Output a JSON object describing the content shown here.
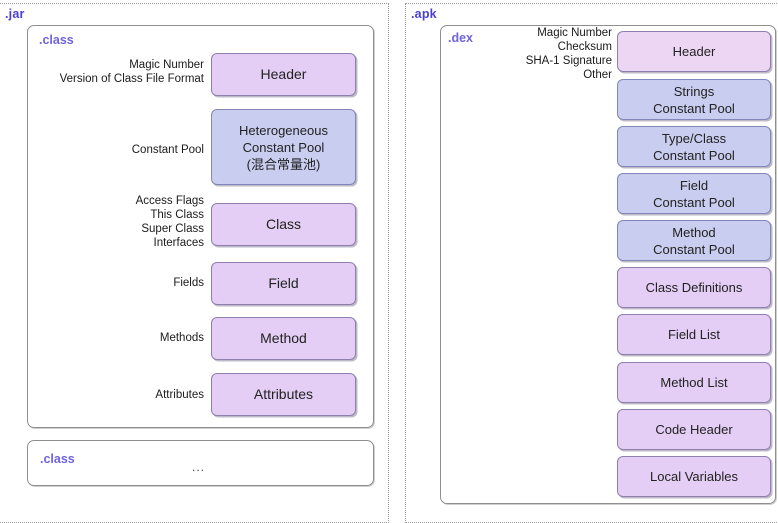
{
  "diagram": {
    "title_hidden": "",
    "colors": {
      "panel_label": "#4b3fd1",
      "container_label": "#6f63e0",
      "box_purple": "#e4cef5",
      "box_pink": "#edd6f3",
      "box_blue": "#c9cdef",
      "box_border_purple": "#8f7fae",
      "box_border_blue": "#8187b8",
      "panel_border": "#9a9a9a",
      "container_border": "#8f8f8f"
    }
  },
  "jar_panel": {
    "label": ".jar",
    "class_container": {
      "label": ".class",
      "annotations": [
        {
          "text": "Magic Number\nVersion of Class File Format"
        },
        {
          "text": "Constant Pool"
        },
        {
          "text": "Access Flags\nThis Class\nSuper Class\nInterfaces"
        },
        {
          "text": "Fields"
        },
        {
          "text": "Methods"
        },
        {
          "text": "Attributes"
        }
      ],
      "boxes": [
        {
          "label": "Header",
          "color": "purple"
        },
        {
          "label": "Heterogeneous\nConstant Pool\n(混合常量池)",
          "color": "blue"
        },
        {
          "label": "Class",
          "color": "purple"
        },
        {
          "label": "Field",
          "color": "purple"
        },
        {
          "label": "Method",
          "color": "purple"
        },
        {
          "label": "Attributes",
          "color": "purple"
        }
      ]
    },
    "class_more_container": {
      "label": ".class",
      "ellipsis": "..."
    }
  },
  "apk_panel": {
    "label": ".apk",
    "dex_container": {
      "label": ".dex",
      "annotations": [
        {
          "text": "Magic Number\nChecksum\nSHA-1 Signature\nOther"
        }
      ],
      "boxes": [
        {
          "label": "Header",
          "color": "pink"
        },
        {
          "label": "Strings\nConstant Pool",
          "color": "blue"
        },
        {
          "label": "Type/Class\nConstant Pool",
          "color": "blue"
        },
        {
          "label": "Field\nConstant Pool",
          "color": "blue"
        },
        {
          "label": "Method\nConstant Pool",
          "color": "blue"
        },
        {
          "label": "Class Definitions",
          "color": "purple"
        },
        {
          "label": "Field List",
          "color": "purple"
        },
        {
          "label": "Method List",
          "color": "purple"
        },
        {
          "label": "Code Header",
          "color": "purple"
        },
        {
          "label": "Local Variables",
          "color": "purple"
        }
      ]
    }
  }
}
